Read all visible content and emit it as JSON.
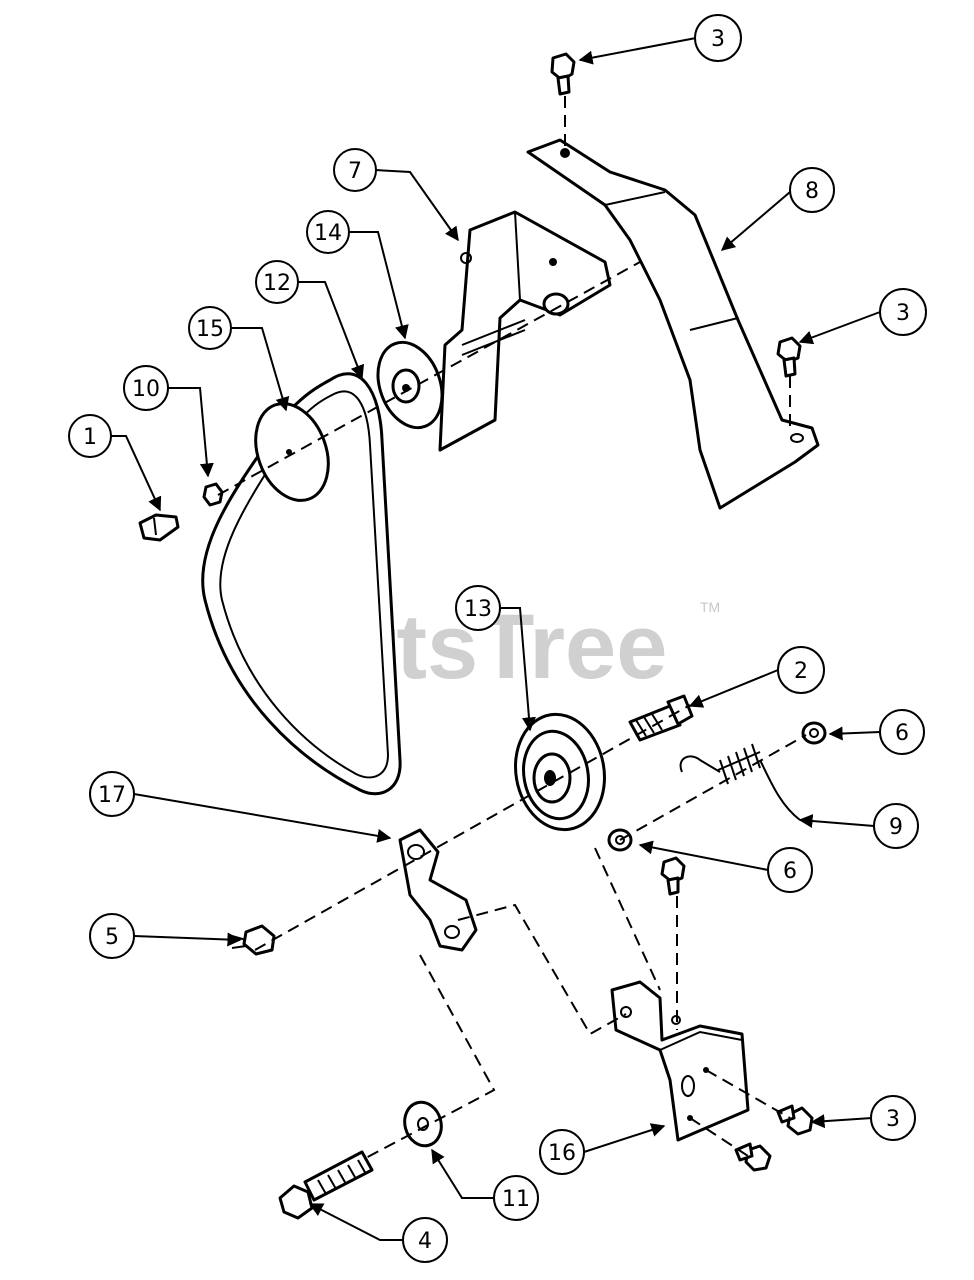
{
  "watermark": {
    "text": "PartsTree",
    "trademark": "TM"
  },
  "callouts": [
    {
      "id": "c1",
      "label": "1"
    },
    {
      "id": "c2",
      "label": "2"
    },
    {
      "id": "c3a",
      "label": "3"
    },
    {
      "id": "c3b",
      "label": "3"
    },
    {
      "id": "c3c",
      "label": "3"
    },
    {
      "id": "c4",
      "label": "4"
    },
    {
      "id": "c5",
      "label": "5"
    },
    {
      "id": "c6a",
      "label": "6"
    },
    {
      "id": "c6b",
      "label": "6"
    },
    {
      "id": "c7",
      "label": "7"
    },
    {
      "id": "c8",
      "label": "8"
    },
    {
      "id": "c9",
      "label": "9"
    },
    {
      "id": "c10",
      "label": "10"
    },
    {
      "id": "c11",
      "label": "11"
    },
    {
      "id": "c12",
      "label": "12"
    },
    {
      "id": "c13",
      "label": "13"
    },
    {
      "id": "c14",
      "label": "14"
    },
    {
      "id": "c15",
      "label": "15"
    },
    {
      "id": "c16",
      "label": "16"
    },
    {
      "id": "c17",
      "label": "17"
    }
  ]
}
